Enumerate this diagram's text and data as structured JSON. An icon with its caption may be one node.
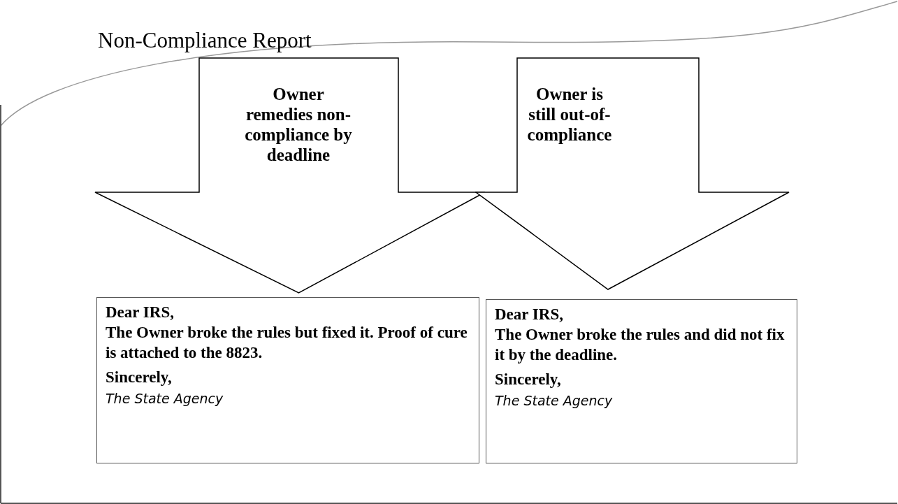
{
  "diagram": {
    "title": "Non-Compliance Report",
    "nodes": [
      {
        "text": [
          "Owner remedies non-compliance by deadline"
        ]
      },
      {
        "text": [
          "Owner is still out-of-compliance"
        ]
      },
      {
        "text": [
          "Dear IRS,",
          "The Owner broke the rules but fixed it. Proof of cure is attached to the 8823.",
          "Sincerely,",
          "The State Agency"
        ]
      },
      {
        "text": [
          "Dear IRS,",
          "The Owner broke the rules and did not fix it by the deadline.",
          "Sincerely,",
          "The State Agency"
        ]
      }
    ]
  }
}
